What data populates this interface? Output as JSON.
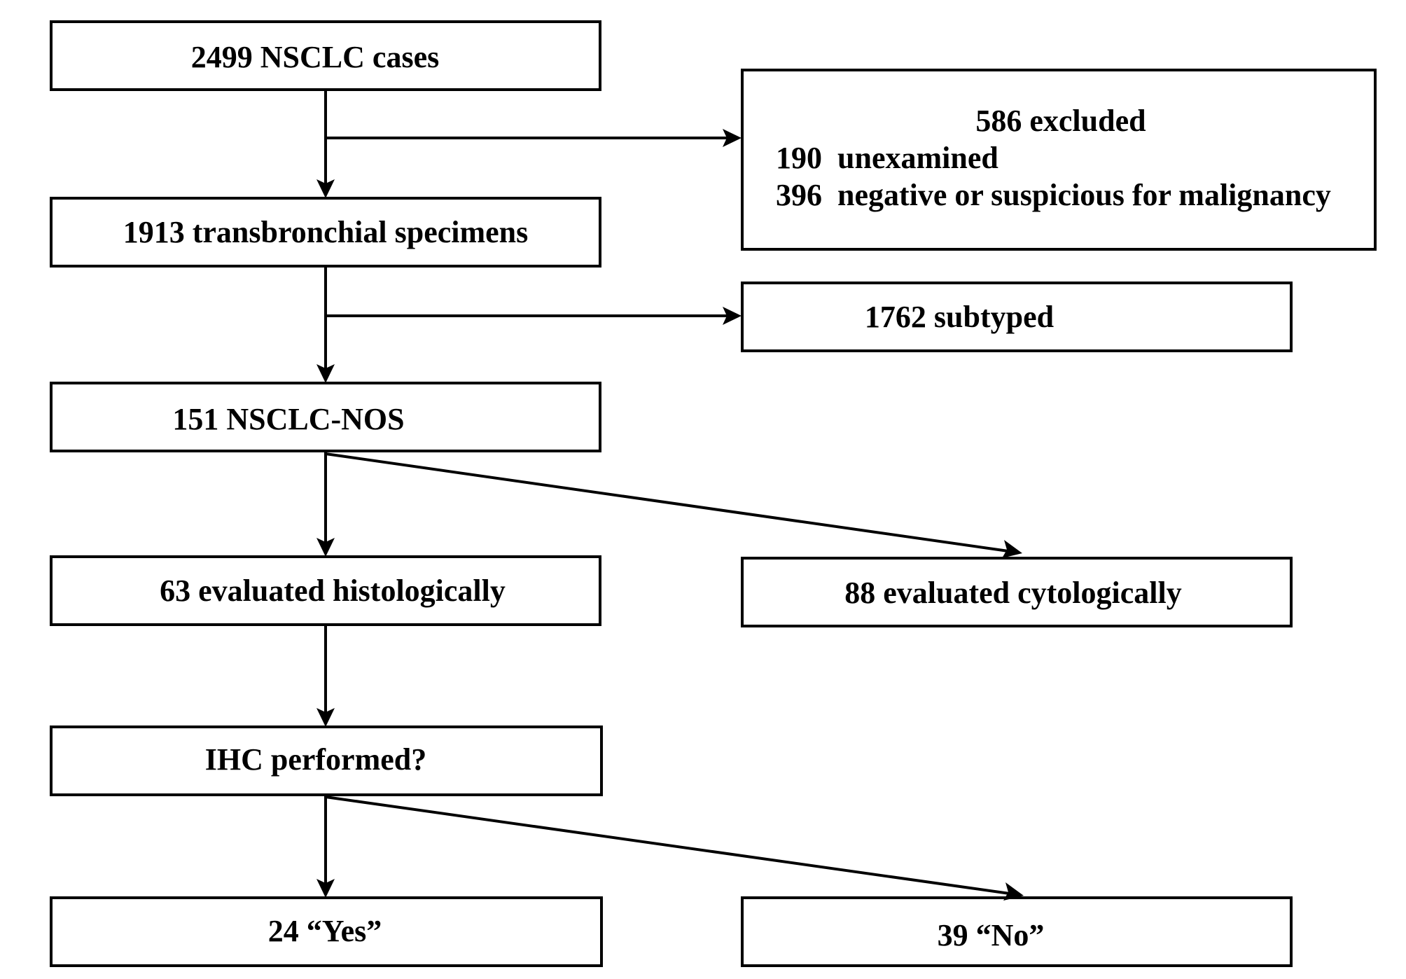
{
  "boxes": {
    "total": "2499 NSCLC cases",
    "excluded": {
      "title": "586  excluded",
      "line1": "190  unexamined",
      "line2": "396  negative or suspicious for malignancy"
    },
    "transbronchial": "1913 transbronchial specimens",
    "subtyped": "1762 subtyped",
    "nos": "151 NSCLC-NOS",
    "histologic": "63 evaluated histologically",
    "cytologic": "88 evaluated cytologically",
    "ihc": "IHC performed?",
    "yes": "24 “Yes”",
    "no": "39 “No”"
  }
}
